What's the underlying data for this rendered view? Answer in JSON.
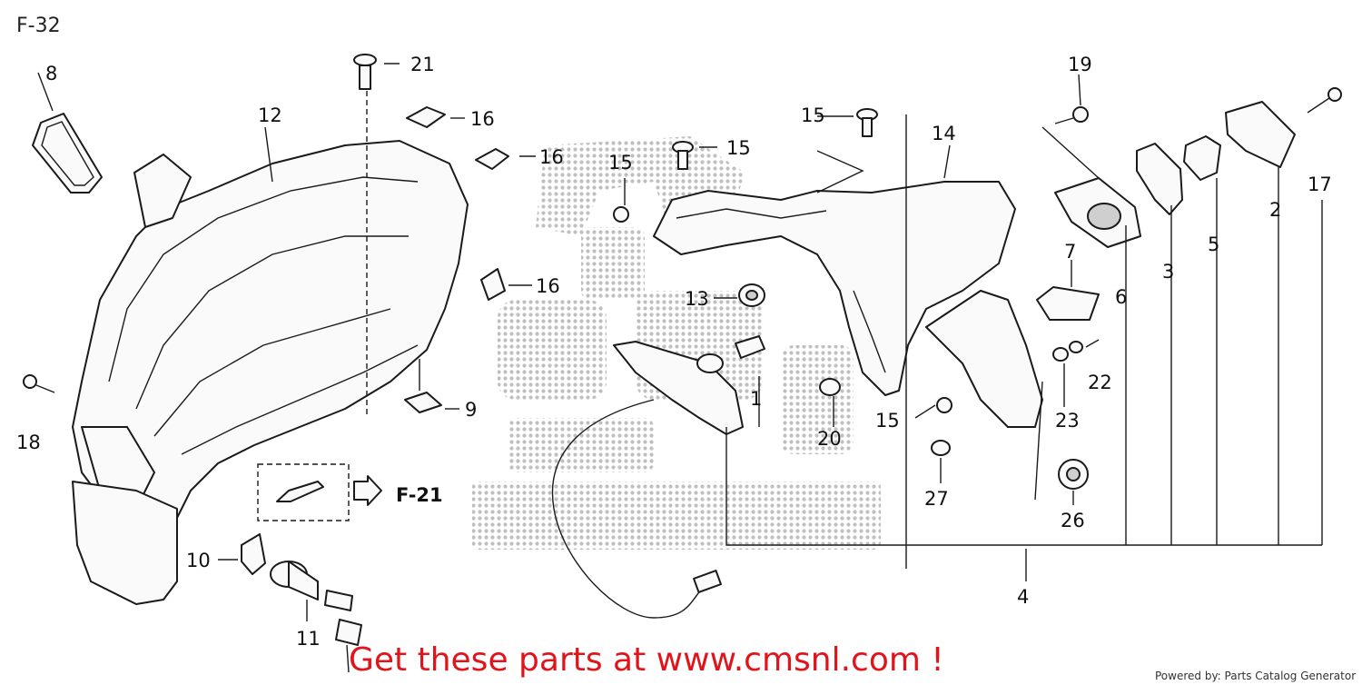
{
  "page": {
    "label": "F-32"
  },
  "reference": {
    "label": "F-21"
  },
  "callouts": {
    "c1": "1",
    "c2": "2",
    "c3": "3",
    "c4": "4",
    "c5": "5",
    "c6": "6",
    "c7": "7",
    "c8": "8",
    "c9": "9",
    "c10": "10",
    "c11": "11",
    "c12": "12",
    "c13": "13",
    "c14": "14",
    "c15": "15",
    "c16": "16",
    "c17": "17",
    "c18": "18",
    "c19": "19",
    "c20": "20",
    "c21": "21",
    "c22": "22",
    "c23": "23",
    "c26": "26",
    "c27": "27"
  },
  "promo": {
    "text": "Get these parts at www.cmsnl.com !"
  },
  "footer": {
    "powered_by": "Powered by: Parts Catalog Generator"
  },
  "colors": {
    "promo": "#e0141b",
    "watermark": "#b5b5b5",
    "ink": "#1a1a1a"
  }
}
